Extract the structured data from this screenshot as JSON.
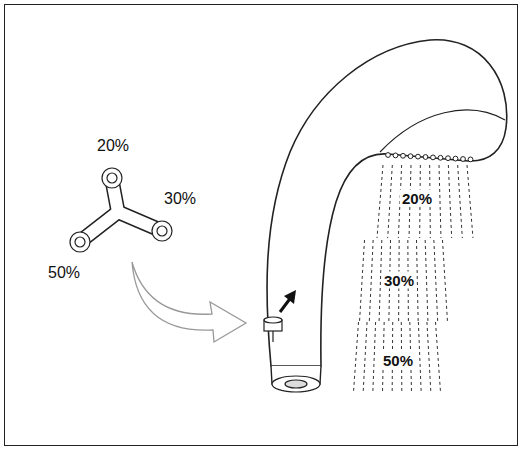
{
  "diagram": {
    "labels": [
      "20%",
      "30%",
      "50%",
      "20%",
      "30%",
      "50%"
    ]
  }
}
